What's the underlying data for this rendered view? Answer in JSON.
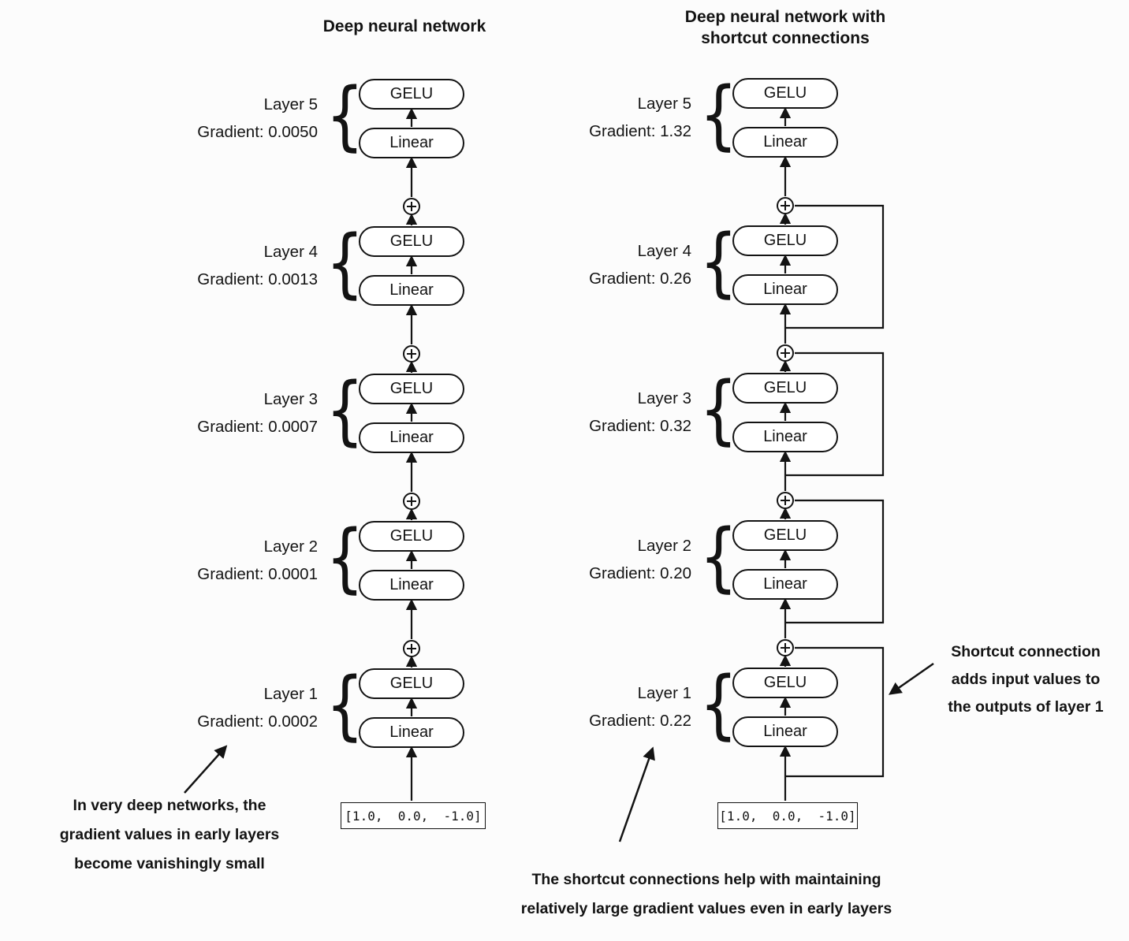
{
  "labels": {
    "linear": "Linear",
    "gelu": "GELU",
    "brace": "{"
  },
  "left_network": {
    "title": "Deep neural network",
    "input": "[1.0,  0.0,  -1.0]",
    "layers": [
      {
        "name": "Layer 1",
        "gradient": "Gradient: 0.0002"
      },
      {
        "name": "Layer 2",
        "gradient": "Gradient: 0.0001"
      },
      {
        "name": "Layer 3",
        "gradient": "Gradient: 0.0007"
      },
      {
        "name": "Layer 4",
        "gradient": "Gradient: 0.0013"
      },
      {
        "name": "Layer 5",
        "gradient": "Gradient: 0.0050"
      }
    ]
  },
  "right_network": {
    "title_lines": [
      "Deep neural network with",
      "shortcut connections"
    ],
    "input": "[1.0,  0.0,  -1.0]",
    "layers": [
      {
        "name": "Layer 1",
        "gradient": "Gradient: 0.22"
      },
      {
        "name": "Layer 2",
        "gradient": "Gradient: 0.20"
      },
      {
        "name": "Layer 3",
        "gradient": "Gradient: 0.32"
      },
      {
        "name": "Layer 4",
        "gradient": "Gradient: 0.26"
      },
      {
        "name": "Layer 5",
        "gradient": "Gradient: 1.32"
      }
    ]
  },
  "notes": {
    "vanishing": {
      "lines": [
        "In very deep networks, the",
        "gradient values in early layers",
        "become vanishingly small"
      ]
    },
    "shortcut_help": {
      "lines": [
        "The shortcut connections help with maintaining",
        "relatively large gradient values even in early layers"
      ]
    },
    "shortcut_add": {
      "lines": [
        "Shortcut connection",
        "adds input values to",
        "the outputs of layer 1"
      ]
    }
  },
  "colors": {
    "ink": "#131313",
    "background": "#fcfcfc"
  }
}
